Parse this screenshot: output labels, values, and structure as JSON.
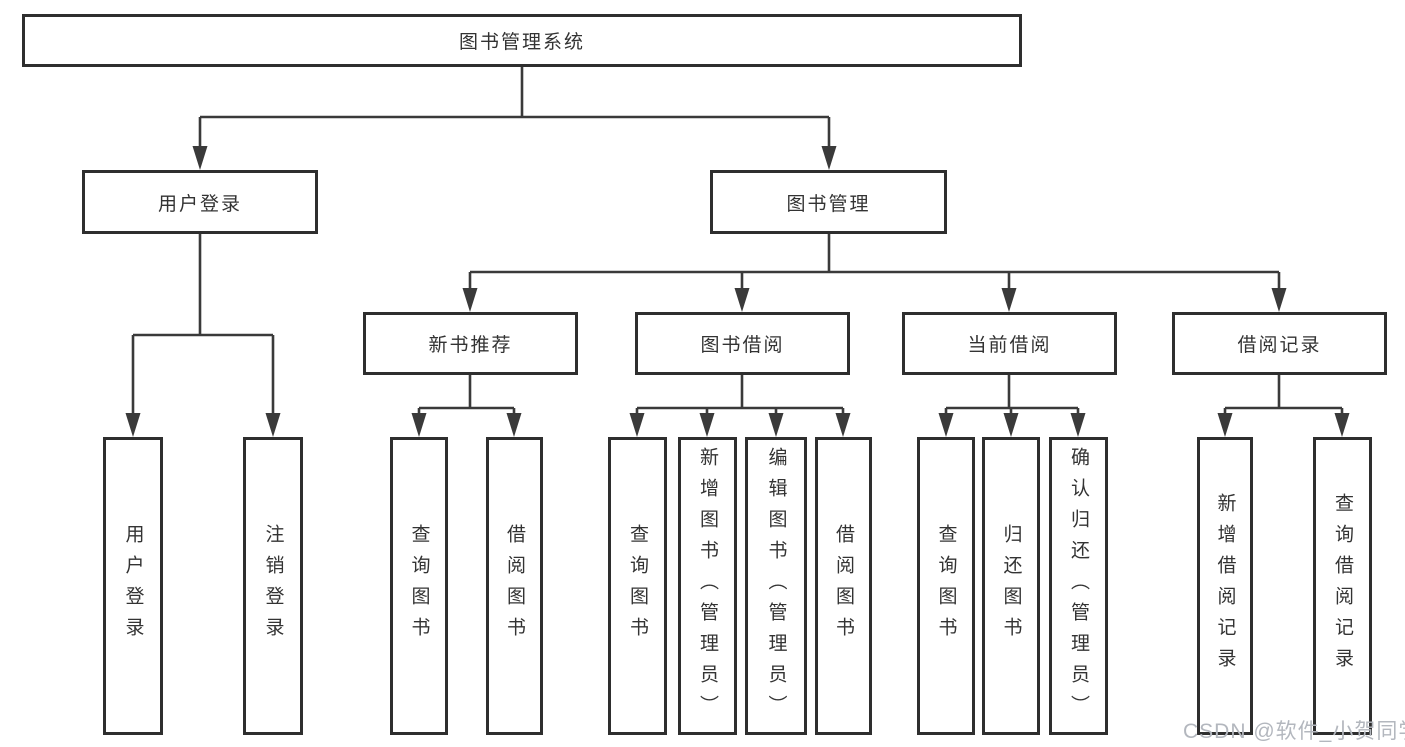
{
  "tree": {
    "label": "图书管理系统",
    "children": [
      {
        "label": "用户登录",
        "children": [
          {
            "label": "用户登录"
          },
          {
            "label": "注销登录"
          }
        ]
      },
      {
        "label": "图书管理",
        "children": [
          {
            "label": "新书推荐",
            "children": [
              {
                "label": "查询图书"
              },
              {
                "label": "借阅图书"
              }
            ]
          },
          {
            "label": "图书借阅",
            "children": [
              {
                "label": "查询图书"
              },
              {
                "label": "新增图书（管理员）"
              },
              {
                "label": "编辑图书（管理员）"
              },
              {
                "label": "借阅图书"
              }
            ]
          },
          {
            "label": "当前借阅",
            "children": [
              {
                "label": "查询图书"
              },
              {
                "label": "归还图书"
              },
              {
                "label": "确认归还（管理员）"
              }
            ]
          },
          {
            "label": "借阅记录",
            "children": [
              {
                "label": "新增借阅记录"
              },
              {
                "label": "查询借阅记录"
              }
            ]
          }
        ]
      }
    ]
  },
  "watermark": {
    "text": "CSDN @软件_小贺同学"
  },
  "colors": {
    "background": "#ffffff",
    "box_border": "#2e2e2e",
    "line": "#3a3a3a",
    "text": "#333333",
    "watermark": "#b3b7be"
  }
}
